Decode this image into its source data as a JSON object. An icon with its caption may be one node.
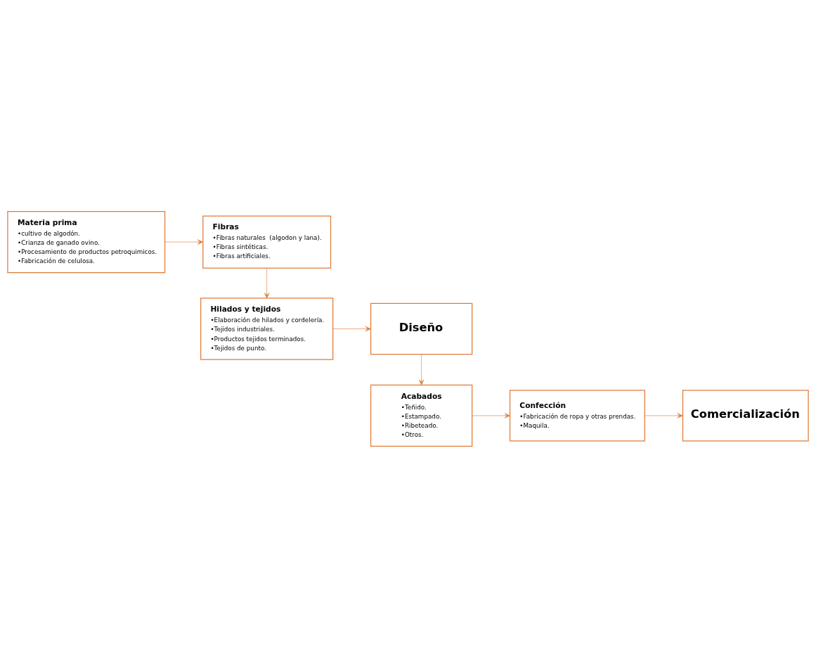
{
  "diagram": {
    "nodes": [
      {
        "text": [
          "Materia prima",
          "•cultivo de algodón.",
          "•Crianza de ganado ovino.",
          "•Procesamiento de productos petroquimicos.",
          "•Fabricación de celulosa."
        ]
      },
      {
        "text": [
          "Fibras",
          "•Fibras naturales  (algodon y lana).",
          "•Fibras sintéticas.",
          "•Fibras artificiales."
        ]
      },
      {
        "text": [
          "Hilados y tejidos",
          "•Elaboración de hilados y cordelería.",
          "•Tejidos industriales.",
          "•Productos tejidos terminados.",
          "•Tejidos de punto."
        ]
      },
      {
        "text": [
          "Diseño"
        ]
      },
      {
        "text": [
          "Acabados",
          "•Teñido.",
          "•Estampado.",
          "•Ribeteado.",
          "•Otros."
        ]
      },
      {
        "text": [
          "Confección",
          "•Fabricación de ropa y otras prendas.",
          "•Maquila."
        ]
      },
      {
        "text": [
          "Comercialización"
        ]
      }
    ],
    "edges": [
      {
        "from": 0,
        "to": 1,
        "arrow": "to"
      },
      {
        "from": 1,
        "to": 2,
        "arrow": "to"
      },
      {
        "from": 2,
        "to": 3,
        "arrow": "to"
      },
      {
        "from": 3,
        "to": 4,
        "arrow": "to"
      },
      {
        "from": 4,
        "to": 5,
        "arrow": "to"
      },
      {
        "from": 5,
        "to": 6,
        "arrow": "to"
      }
    ]
  }
}
